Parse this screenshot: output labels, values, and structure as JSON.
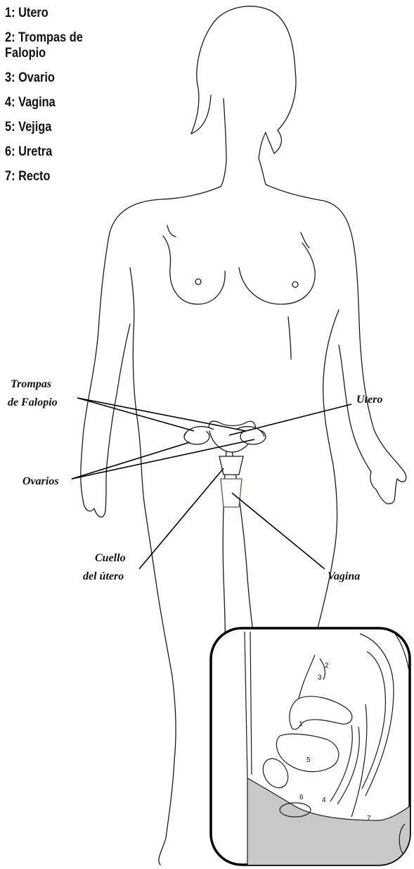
{
  "legend": [
    {
      "num": "1:",
      "label": "Utero"
    },
    {
      "num": "2:",
      "label": "Trompas de Falopio"
    },
    {
      "num": "3:",
      "label": "Ovario"
    },
    {
      "num": "4:",
      "label": "Vagina"
    },
    {
      "num": "5:",
      "label": "Vejiga"
    },
    {
      "num": "6:",
      "label": "Uretra"
    },
    {
      "num": "7:",
      "label": "Recto"
    }
  ],
  "callouts": {
    "trompas_line1": "Trompas",
    "trompas_line2": "de Falopio",
    "ovarios": "Ovarios",
    "cuello_line1": "Cuello",
    "cuello_line2": "del útero",
    "utero": "Utero",
    "vagina": "Vagina"
  },
  "inset_numbers": {
    "n1": "1",
    "n2": "2",
    "n3": "3",
    "n4": "4",
    "n5": "5",
    "n6": "6",
    "n7": "7"
  },
  "colors": {
    "inset_shading": "#c8c8c8",
    "outline": "#1a1a1a",
    "vagina_outline": "#8a4a2a"
  }
}
